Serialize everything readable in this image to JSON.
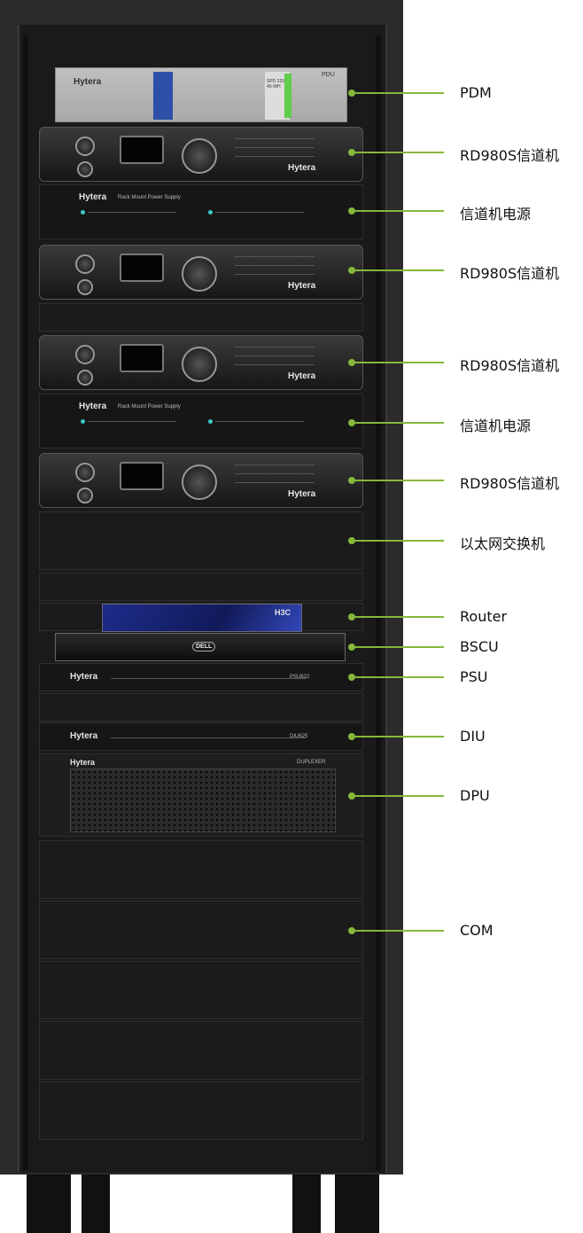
{
  "rack": {
    "units": [
      {
        "type": "pdm",
        "brand": "Hytera",
        "label_pdu": "PDU",
        "spd_text": "SPD 220-40-WH"
      },
      {
        "type": "radio",
        "brand": "Hytera"
      },
      {
        "type": "psu",
        "brand": "Hytera",
        "subtitle": "Rack Mount  Power Supply"
      },
      {
        "type": "radio",
        "brand": "Hytera"
      },
      {
        "type": "radio",
        "brand": "Hytera"
      },
      {
        "type": "psu",
        "brand": "Hytera",
        "subtitle": "Rack Mount  Power Supply"
      },
      {
        "type": "radio",
        "brand": "Hytera"
      },
      {
        "type": "router",
        "brand": "H3C"
      },
      {
        "type": "server",
        "brand": "DELL"
      },
      {
        "type": "module",
        "brand": "Hytera",
        "model": "PSU622"
      },
      {
        "type": "module",
        "brand": "Hytera",
        "model": "DIU625"
      },
      {
        "type": "duplexer",
        "brand": "Hytera",
        "model": "DUPLEXER"
      }
    ]
  },
  "callouts": [
    {
      "label": "PDM"
    },
    {
      "label": "RD980S信道机"
    },
    {
      "label": "信道机电源"
    },
    {
      "label": "RD980S信道机"
    },
    {
      "label": "RD980S信道机"
    },
    {
      "label": "信道机电源"
    },
    {
      "label": "RD980S信道机"
    },
    {
      "label": "以太网交换机"
    },
    {
      "label": "Router"
    },
    {
      "label": "BSCU"
    },
    {
      "label": "PSU"
    },
    {
      "label": "DIU"
    },
    {
      "label": "DPU"
    },
    {
      "label": "COM"
    }
  ],
  "colors": {
    "callout": "#86b83a",
    "rack": "#2b2b2b"
  }
}
